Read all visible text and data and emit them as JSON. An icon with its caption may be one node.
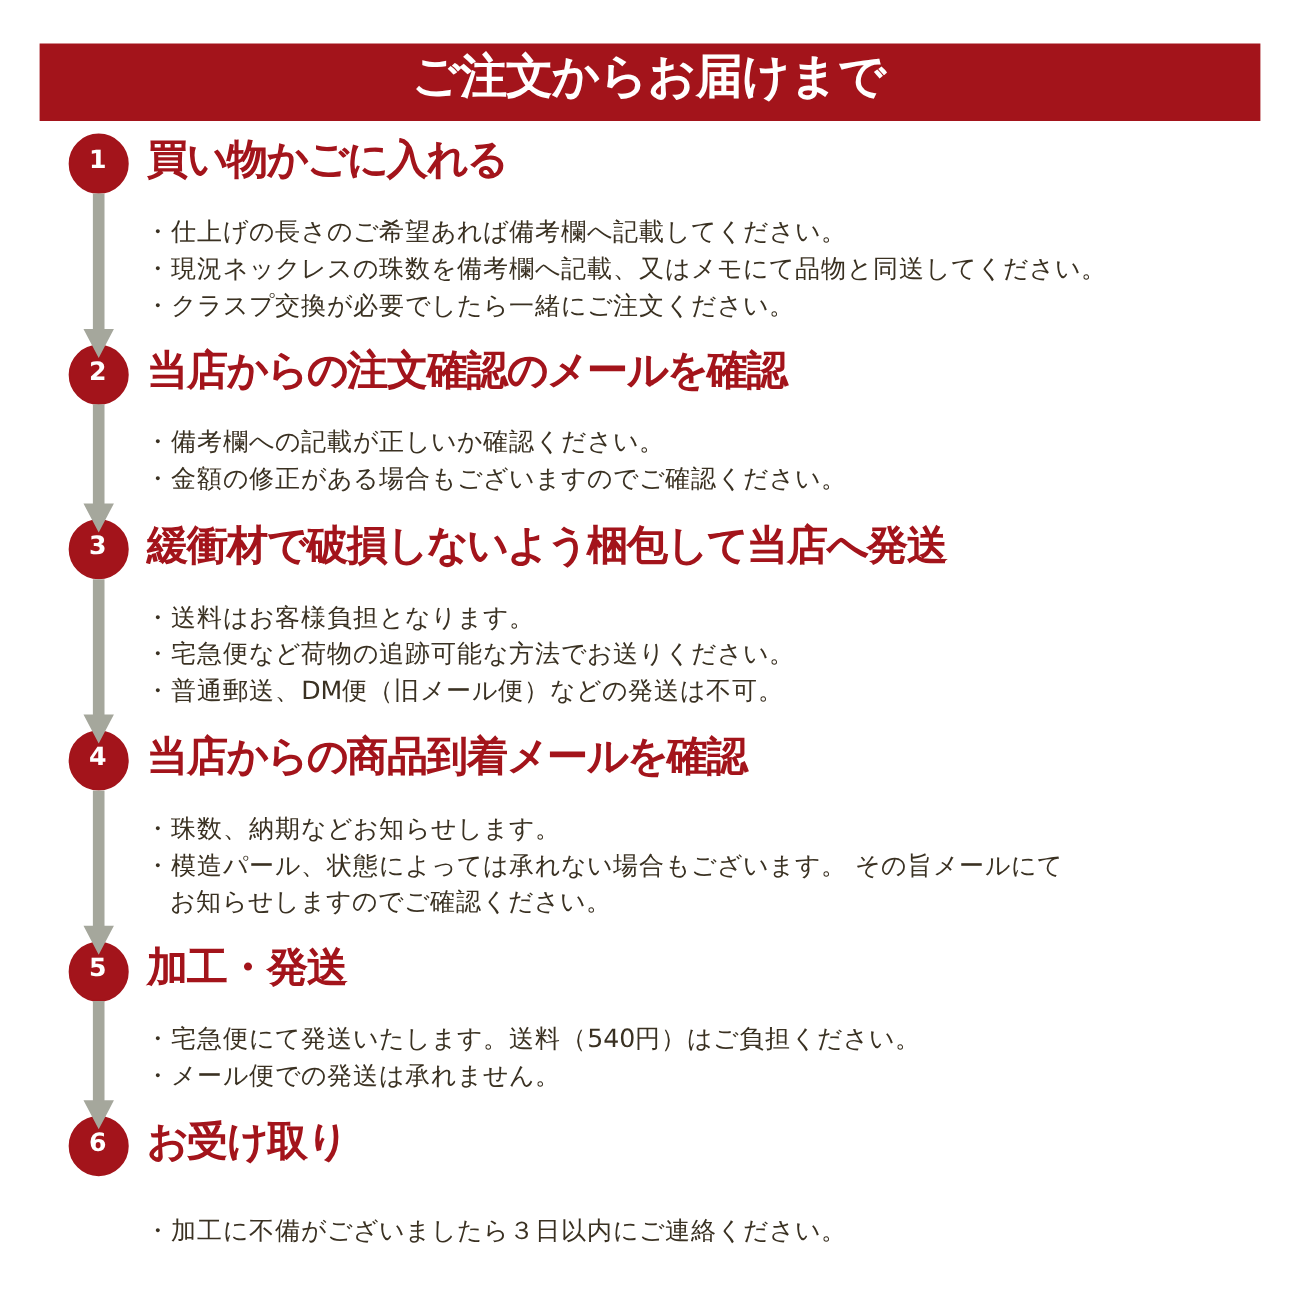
{
  "diagram": {
    "title": "ご注文からお届けまで",
    "nodes": [
      {
        "text": [
          "1"
        ],
        "beside": [
          "買い物かごに入れる",
          "・仕上げの長さのご希望あれば備考欄へ記載してください。",
          "・現況ネックレスの珠数を備考欄へ記載、又はメモにて品物と同送してください。",
          "・クラスプ交換が必要でしたら一緒にご注文ください。"
        ]
      },
      {
        "text": [
          "2"
        ],
        "beside": [
          "当店からの注文確認のメールを確認",
          "・備考欄への記載が正しいか確認ください。",
          "・金額の修正がある場合もございますのでご確認ください。"
        ]
      },
      {
        "text": [
          "3"
        ],
        "beside": [
          "緩衝材で破損しないよう梱包して当店へ発送",
          "・送料はお客様負担となります。",
          "・宅急便など荷物の追跡可能な方法でお送りください。",
          "・普通郵送、DM便（旧メール便）などの発送は不可。"
        ]
      },
      {
        "text": [
          "4"
        ],
        "beside": [
          "当店からの商品到着メールを確認",
          "・珠数、納期などお知らせします。",
          "・模造パール、状態によっては承れない場合もございます。 その旨メールにてお知らせしますのでご確認ください。"
        ]
      },
      {
        "text": [
          "5"
        ],
        "beside": [
          "加工・発送",
          "・宅急便にて発送いたします。送料（540円）はご負担ください。",
          "・メール便での発送は承れません。"
        ]
      },
      {
        "text": [
          "6"
        ],
        "beside": [
          "お受け取り",
          "・加工に不備がございましたら３日以内にご連絡ください。"
        ]
      }
    ],
    "edges": [
      {
        "from": 0,
        "to": 1,
        "arrow": "to"
      },
      {
        "from": 1,
        "to": 2,
        "arrow": "to"
      },
      {
        "from": 2,
        "to": 3,
        "arrow": "to"
      },
      {
        "from": 3,
        "to": 4,
        "arrow": "to"
      },
      {
        "from": 4,
        "to": 5,
        "arrow": "to"
      }
    ]
  }
}
